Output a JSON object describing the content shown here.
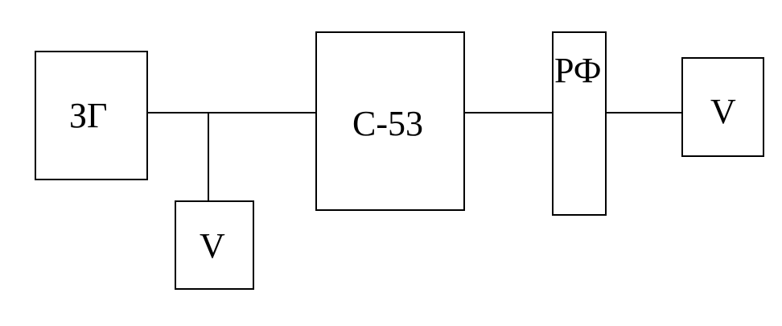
{
  "blocks": {
    "generator": {
      "label": "ЗГ"
    },
    "voltmeter_input": {
      "label": "V"
    },
    "device": {
      "label": "С-53"
    },
    "filter": {
      "label": "РФ"
    },
    "voltmeter_output": {
      "label": "V"
    }
  }
}
